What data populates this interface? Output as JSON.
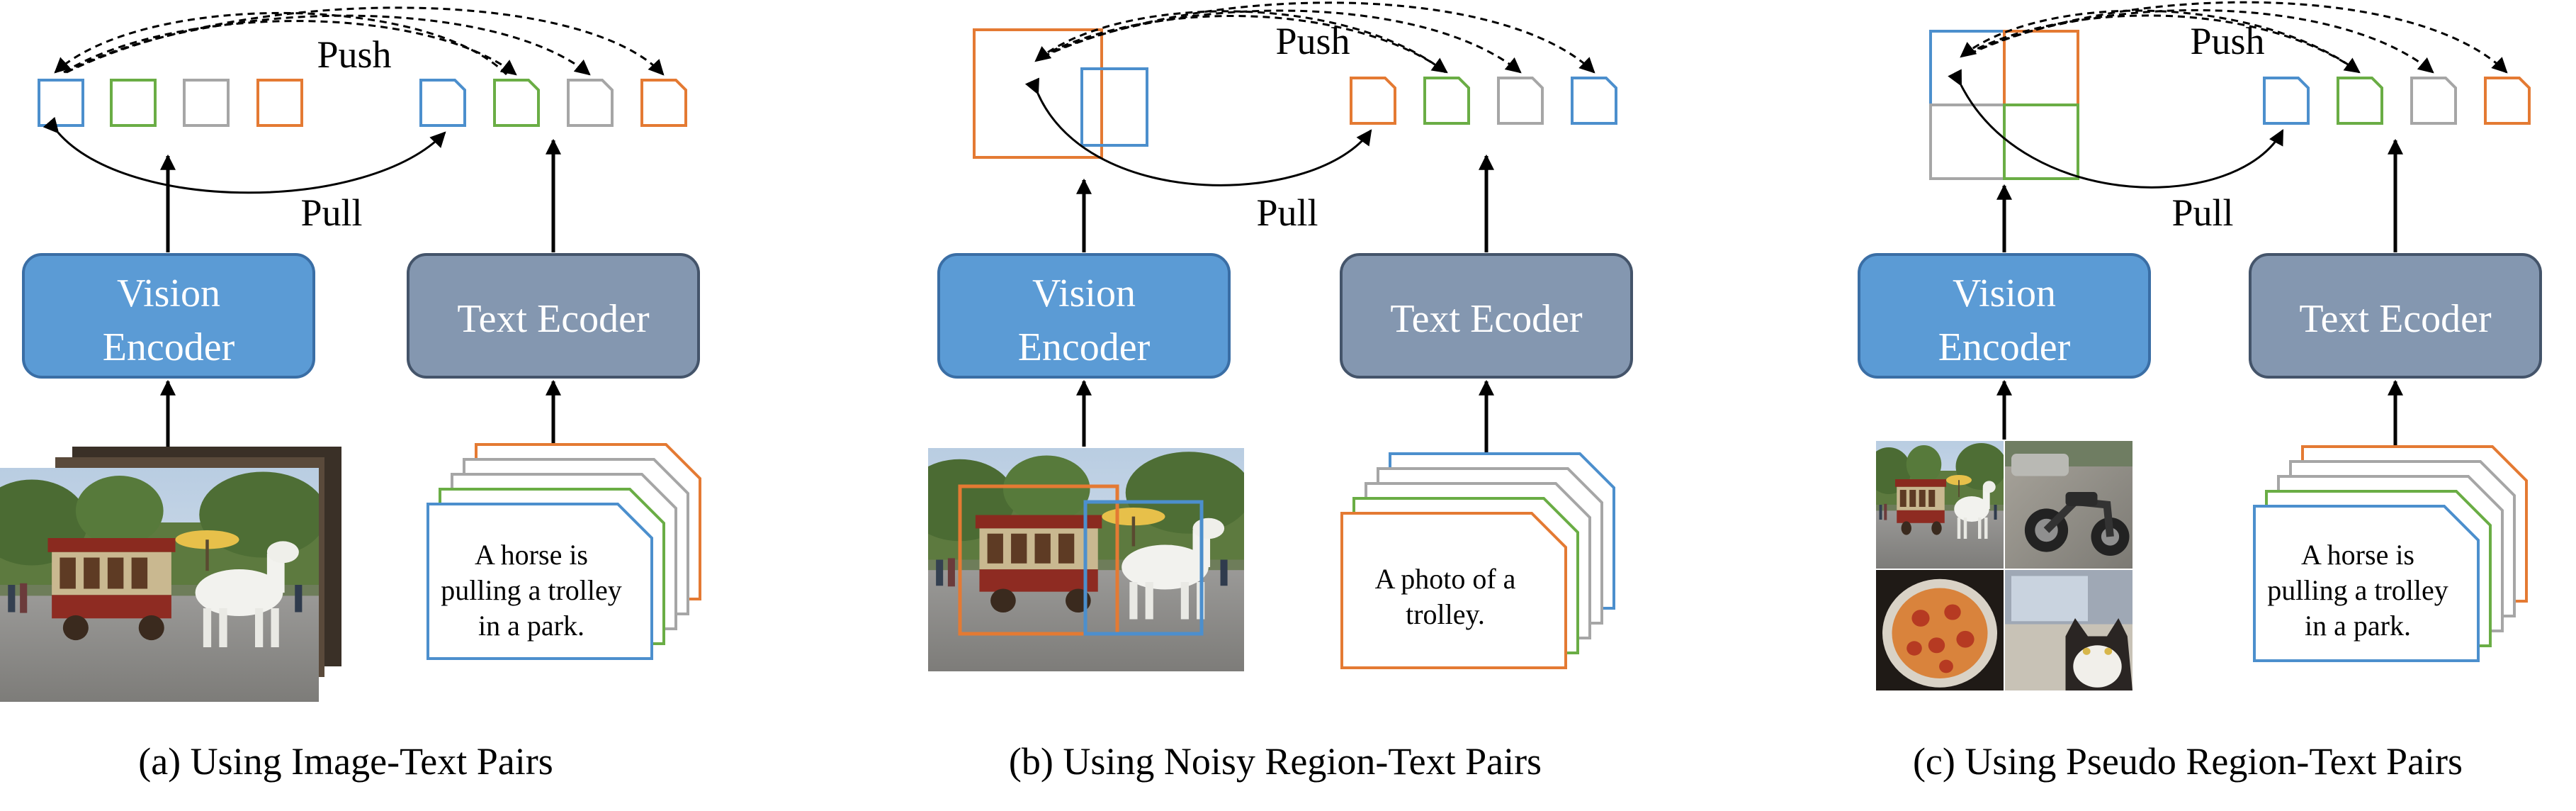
{
  "colors": {
    "blue": "#4c8fcd",
    "green": "#6aad45",
    "gray": "#a6a6a6",
    "orange": "#e47a33",
    "vision_fill": "#5b9bd5",
    "vision_stroke": "#3a6ea5",
    "text_fill": "#8497b0",
    "text_stroke": "#44546a",
    "arrow": "#000000"
  },
  "labels": {
    "push": "Push",
    "pull": "Pull"
  },
  "panels": [
    {
      "id": "a",
      "vision_encoder": [
        "Vision",
        "Encoder"
      ],
      "text_encoder": "Text Ecoder",
      "text_card": [
        "A horse is",
        "pulling a trolley",
        "in a park."
      ],
      "caption": "(a) Using Image-Text Pairs",
      "image_icons": [
        "photo-stack-icon"
      ]
    },
    {
      "id": "b",
      "vision_encoder": [
        "Vision",
        "Encoder"
      ],
      "text_encoder": "Text Ecoder",
      "text_card": [
        "A photo of a",
        "trolley."
      ],
      "caption": "(b) Using Noisy Region-Text Pairs",
      "image_icons": [
        "trolley-photo-icon"
      ]
    },
    {
      "id": "c",
      "vision_encoder": [
        "Vision",
        "Encoder"
      ],
      "text_encoder": "Text Ecoder",
      "text_card": [
        "A horse is",
        "pulling a trolley",
        "in a park."
      ],
      "caption": "(c) Using Pseudo Region-Text Pairs",
      "image_icons": [
        "trolley-photo-icon",
        "motorcycle-photo-icon",
        "pizza-photo-icon",
        "cat-photo-icon"
      ]
    }
  ]
}
